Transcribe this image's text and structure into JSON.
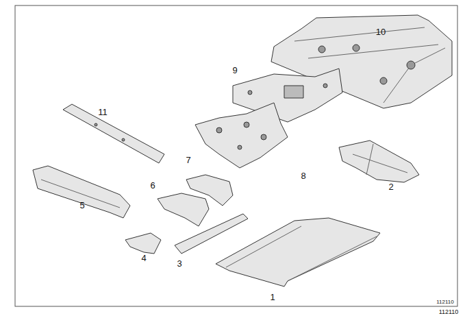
{
  "diagram": {
    "labels": [
      "10",
      "9",
      "11",
      "7",
      "8",
      "6",
      "2",
      "5",
      "4",
      "3",
      "1",
      "112110",
      "112110"
    ]
  }
}
